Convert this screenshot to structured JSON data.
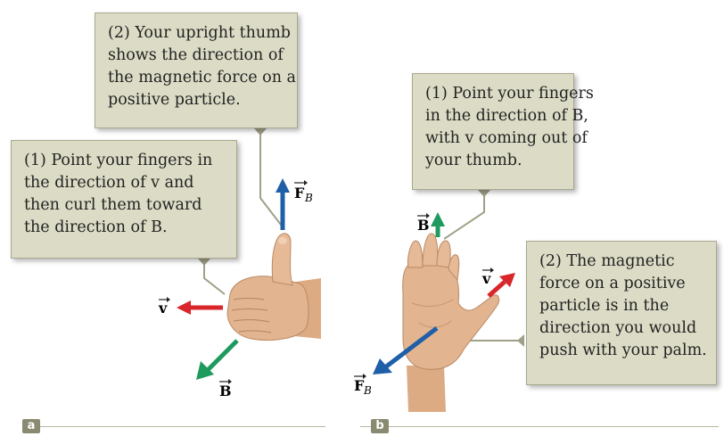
{
  "panels": [
    {
      "label": "a",
      "callouts": [
        {
          "lines": [
            "(2) Your upright thumb",
            "shows the direction of",
            "the magnetic force on a",
            "positive particle."
          ]
        },
        {
          "lines": [
            "(1) Point your fingers in",
            "the direction of v and",
            "then curl them toward",
            "the direction of B."
          ]
        }
      ],
      "vector_labels": {
        "force": "F",
        "force_sub": "B",
        "velocity": "v",
        "field": "B"
      }
    },
    {
      "label": "b",
      "callouts": [
        {
          "lines": [
            "(1) Point your fingers",
            "in the direction of B,",
            "with v coming out of",
            "your thumb."
          ]
        },
        {
          "lines": [
            "(2) The magnetic",
            "force on a positive",
            "particle is in the",
            "direction you would",
            "push with your palm."
          ]
        }
      ],
      "vector_labels": {
        "field": "B",
        "velocity": "v",
        "force": "F",
        "force_sub": "B"
      }
    }
  ],
  "colors": {
    "force_arrow": "#1f5fa8",
    "velocity_arrow": "#d8262a",
    "field_arrow": "#1f9a5e",
    "callout_fill": "#dcdcc6",
    "leader_line": "#a0a088",
    "skin": "#e2b48f"
  }
}
